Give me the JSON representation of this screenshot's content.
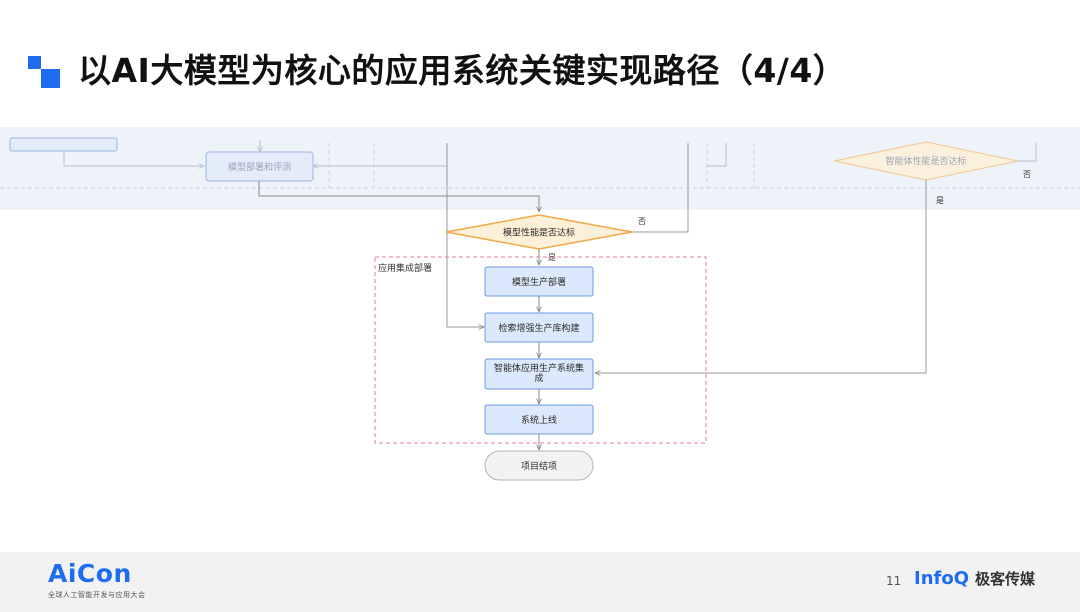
{
  "slide": {
    "title": "以AI大模型为核心的应用系统关键实现路径（4/4）",
    "page_number": "11"
  },
  "flowchart": {
    "group_label": "应用集成部署",
    "nodes": {
      "model_deploy_eval": "模型部署和评测",
      "agent_perf_check": "智能体性能是否达标",
      "model_perf_check": "模型性能是否达标",
      "model_prod_deploy": "模型生产部署",
      "rag_build": "检索增强生产库构建",
      "agent_integration": "智能体应用生产系统集成",
      "system_launch": "系统上线",
      "project_end": "项目结项"
    },
    "edge_labels": {
      "model_no": "否",
      "model_yes": "是",
      "agent_no": "否",
      "agent_yes": "是"
    },
    "colors": {
      "process_fill": "#dce8fb",
      "process_stroke": "#6d9be6",
      "decision_fill": "#fdf0d8",
      "decision_stroke": "#f0a946",
      "group_stroke": "#e0808a",
      "terminal_fill": "#f2f2f2",
      "terminal_stroke": "#b5b5b5"
    }
  },
  "footer": {
    "brand": "AiCon",
    "brand_subtitle": "全球人工智能开发与应用大会",
    "media_logo": "InfoQ",
    "media_name": "极客传媒"
  }
}
